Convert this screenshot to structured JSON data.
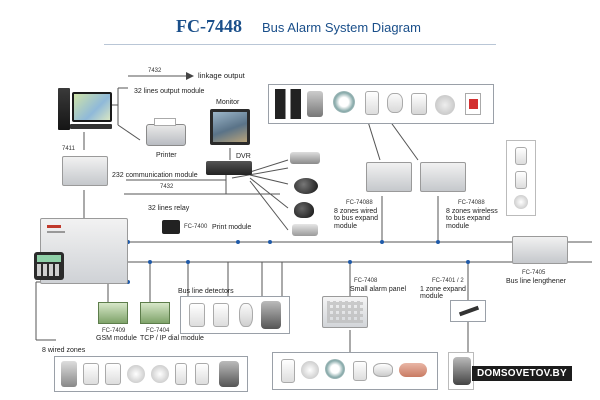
{
  "header": {
    "model": "FC-7448",
    "title": "Bus Alarm System Diagram"
  },
  "output_module": {
    "code": "7432",
    "linkage": "linkage output",
    "name": "32 lines output module"
  },
  "monitor": {
    "label": "Monitor"
  },
  "dvr": {
    "label": "DVR"
  },
  "printer": {
    "label": "Printer"
  },
  "comm_module": {
    "code": "7411",
    "name": "232 communication module"
  },
  "relay": {
    "code": "7432",
    "name": "32 lines relay"
  },
  "print_module": {
    "code": "FC-7400",
    "name": "Print module"
  },
  "wired_expand": {
    "code": "FC-74088",
    "name": "8 zones wired\nto bus expand\nmodule"
  },
  "wireless_expand": {
    "code": "FC-74088",
    "name": "8 zones wireless\nto bus expand\nmodule"
  },
  "lengthener": {
    "code": "FC-7405",
    "name": "Bus line lengthener"
  },
  "small_panel": {
    "code": "FC-7408",
    "name": "Small alarm panel"
  },
  "zone_expand": {
    "code": "FC-7401 / 2",
    "name": "1 zone expand\nmodule"
  },
  "detectors": {
    "label": "Bus line detectors"
  },
  "gsm": {
    "code": "FC-7409",
    "name": "GSM module"
  },
  "tcp": {
    "code": "FC-7404",
    "name": "TCP / IP dial module"
  },
  "wired_zones": {
    "label": "8 wired zones"
  },
  "watermark": {
    "text": "DOMSOVETOV.BY"
  }
}
